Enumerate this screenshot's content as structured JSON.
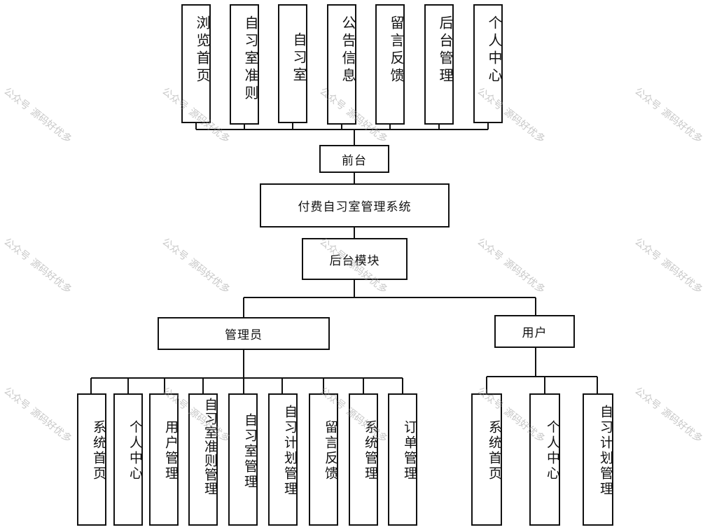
{
  "diagram": {
    "front_items": [
      "浏览首页",
      "自习室准则",
      "自习室",
      "公告信息",
      "留言反馈",
      "后台管理",
      "个人中心"
    ],
    "front": "前台",
    "system": "付费自习室管理系统",
    "backend": "后台模块",
    "admin": "管理员",
    "user": "用户",
    "admin_items": [
      "系统首页",
      "个人中心",
      "用户管理",
      "自习室准则管理",
      "自习室管理",
      "自习计划管理",
      "留言反馈",
      "系统管理",
      "订单管理"
    ],
    "user_items": [
      "系统首页",
      "个人中心",
      "自习计划管理"
    ]
  },
  "watermark": {
    "part1": "公众号",
    "part2": "源码好优多"
  },
  "colors": {
    "border": "#111111",
    "watermark": "#9a9a9a"
  }
}
